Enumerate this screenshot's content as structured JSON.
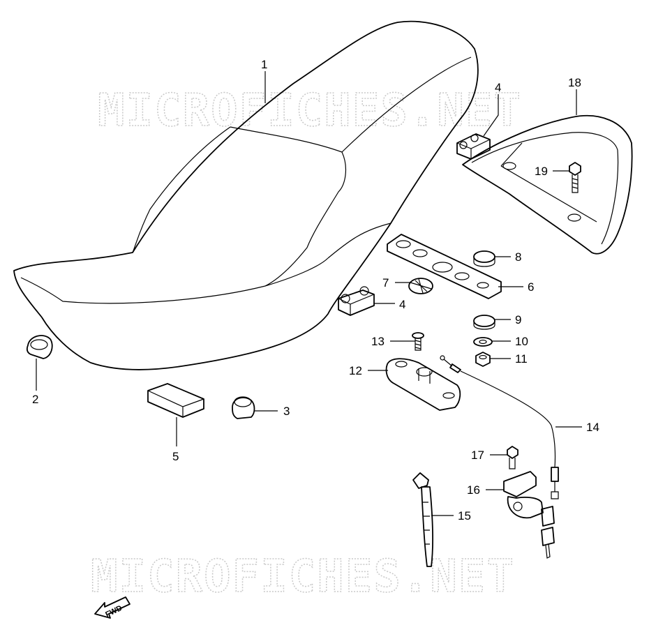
{
  "watermark": "MICROFICHES.NET",
  "fwd_label": "FWD",
  "callouts": {
    "seat": "1",
    "cushion_left": "2",
    "cushion_right": "3",
    "bracket_top": "4",
    "bracket_mid": "4",
    "pad": "5",
    "hinge_plate": "6",
    "damper": "7",
    "washer_top": "8",
    "washer_bottom": "9",
    "washer_flat": "10",
    "nut": "11",
    "lock_base": "12",
    "screw": "13",
    "cable": "14",
    "strap": "15",
    "lock_set": "16",
    "bolt_lock": "17",
    "tail_cover": "18",
    "bolt_cover": "19"
  }
}
